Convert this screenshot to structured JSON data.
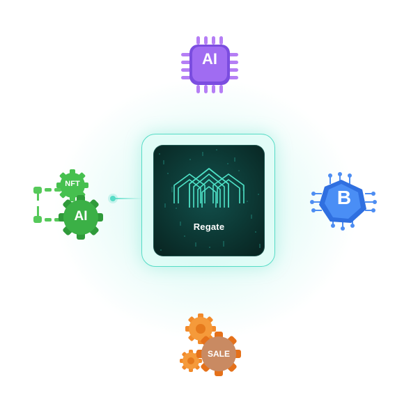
{
  "hub": {
    "label": "Regate"
  },
  "nodes": {
    "ai_chip": {
      "label": "AI",
      "icon": "ai-chip-icon"
    },
    "nft_gear": {
      "label": "NFT",
      "icon": "gear-icon"
    },
    "ai_gear": {
      "label": "AI",
      "icon": "gear-icon"
    },
    "bitcoin_chip": {
      "label": "B",
      "icon": "bitcoin-chip-icon"
    },
    "sale_gear": {
      "label": "SALE",
      "icon": "gear-icon"
    }
  },
  "colors": {
    "teal": "#56dcc6",
    "purple": "#8f5cf0",
    "green": "#3fbf4a",
    "blue": "#3a7ff0",
    "orange": "#f28a2a"
  }
}
